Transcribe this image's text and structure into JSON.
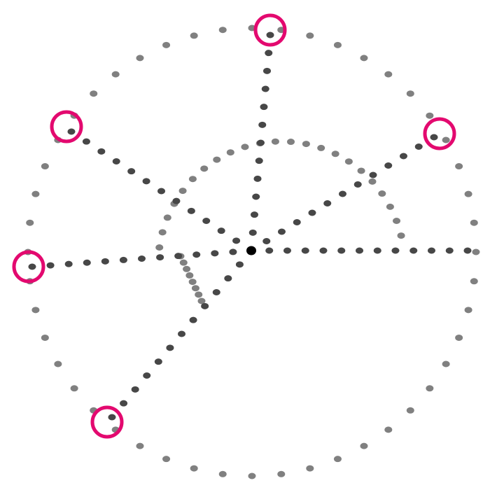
{
  "colors": {
    "background": "#ffffff",
    "outer_dot": "#808080",
    "spoke_dot": "#474747",
    "center_dot": "#000000",
    "highlight": "#e3096f"
  },
  "spokes": [
    "top",
    "upper-right",
    "right",
    "upper-left",
    "left",
    "lower-left"
  ],
  "highlighted_targets": 5
}
